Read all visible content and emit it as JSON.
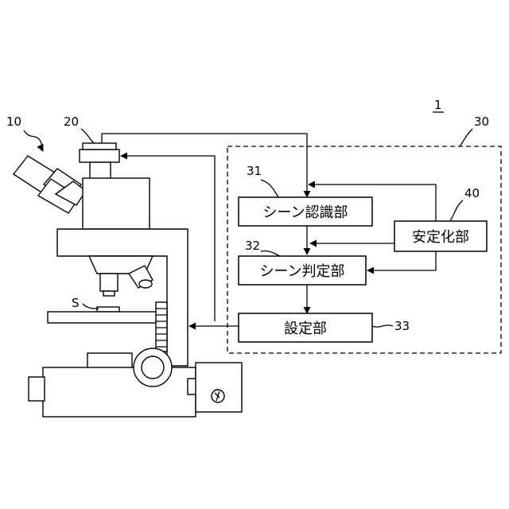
{
  "labels": {
    "system": "1",
    "microscope": "10",
    "camera": "20",
    "controller": "30",
    "scene_recognition_ref": "31",
    "scene_judgment_ref": "32",
    "setting_ref": "33",
    "stabilizer_ref": "40",
    "specimen": "S"
  },
  "blocks": {
    "scene_recognition": "シーン認識部",
    "scene_judgment": "シーン判定部",
    "setting": "設定部",
    "stabilizer": "安定化部"
  }
}
